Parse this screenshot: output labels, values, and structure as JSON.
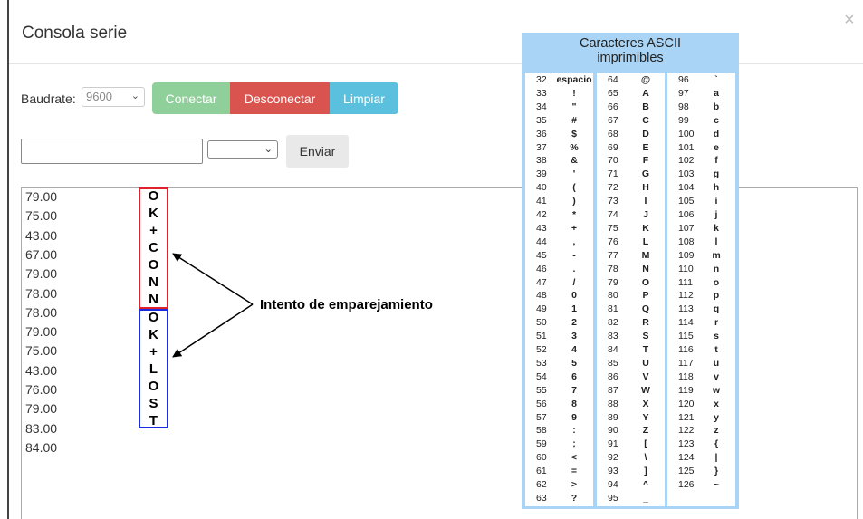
{
  "dialog": {
    "title": "Consola serie",
    "close_label": "×"
  },
  "controls": {
    "baudrate_label": "Baudrate:",
    "baudrate_value": "9600",
    "connect_label": "Conectar",
    "disconnect_label": "Desconectar",
    "clear_label": "Limpiar",
    "send_input_value": "",
    "send_mode_value": "",
    "send_label": "Enviar"
  },
  "console": {
    "lines": [
      "79.00",
      "75.00",
      "43.00",
      "67.00",
      "79.00",
      "78.00",
      "78.00",
      "79.00",
      "75.00",
      "43.00",
      "76.00",
      "79.00",
      "83.00",
      "84.00"
    ]
  },
  "annotation": {
    "red_chars": [
      "O",
      "K",
      "+",
      "C",
      "O",
      "N",
      "N"
    ],
    "blue_chars": [
      "O",
      "K",
      "+",
      "L",
      "O",
      "S",
      "T"
    ],
    "label": "Intento de emparejamiento",
    "red_color": "#e0202a",
    "blue_color": "#1a2be0"
  },
  "ascii_table": {
    "title_line1": "Caracteres ASCII",
    "title_line2": "imprimibles",
    "columns": [
      [
        [
          "32",
          "espacio"
        ],
        [
          "33",
          "!"
        ],
        [
          "34",
          "\""
        ],
        [
          "35",
          "#"
        ],
        [
          "36",
          "$"
        ],
        [
          "37",
          "%"
        ],
        [
          "38",
          "&"
        ],
        [
          "39",
          "'"
        ],
        [
          "40",
          "("
        ],
        [
          "41",
          ")"
        ],
        [
          "42",
          "*"
        ],
        [
          "43",
          "+"
        ],
        [
          "44",
          ","
        ],
        [
          "45",
          "-"
        ],
        [
          "46",
          "."
        ],
        [
          "47",
          "/"
        ],
        [
          "48",
          "0"
        ],
        [
          "49",
          "1"
        ],
        [
          "50",
          "2"
        ],
        [
          "51",
          "3"
        ],
        [
          "52",
          "4"
        ],
        [
          "53",
          "5"
        ],
        [
          "54",
          "6"
        ],
        [
          "55",
          "7"
        ],
        [
          "56",
          "8"
        ],
        [
          "57",
          "9"
        ],
        [
          "58",
          ":"
        ],
        [
          "59",
          ";"
        ],
        [
          "60",
          "<"
        ],
        [
          "61",
          "="
        ],
        [
          "62",
          ">"
        ],
        [
          "63",
          "?"
        ]
      ],
      [
        [
          "64",
          "@"
        ],
        [
          "65",
          "A"
        ],
        [
          "66",
          "B"
        ],
        [
          "67",
          "C"
        ],
        [
          "68",
          "D"
        ],
        [
          "69",
          "E"
        ],
        [
          "70",
          "F"
        ],
        [
          "71",
          "G"
        ],
        [
          "72",
          "H"
        ],
        [
          "73",
          "I"
        ],
        [
          "74",
          "J"
        ],
        [
          "75",
          "K"
        ],
        [
          "76",
          "L"
        ],
        [
          "77",
          "M"
        ],
        [
          "78",
          "N"
        ],
        [
          "79",
          "O"
        ],
        [
          "80",
          "P"
        ],
        [
          "81",
          "Q"
        ],
        [
          "82",
          "R"
        ],
        [
          "83",
          "S"
        ],
        [
          "84",
          "T"
        ],
        [
          "85",
          "U"
        ],
        [
          "86",
          "V"
        ],
        [
          "87",
          "W"
        ],
        [
          "88",
          "X"
        ],
        [
          "89",
          "Y"
        ],
        [
          "90",
          "Z"
        ],
        [
          "91",
          "["
        ],
        [
          "92",
          "\\"
        ],
        [
          "93",
          "]"
        ],
        [
          "94",
          "^"
        ],
        [
          "95",
          "_"
        ]
      ],
      [
        [
          "96",
          "`"
        ],
        [
          "97",
          "a"
        ],
        [
          "98",
          "b"
        ],
        [
          "99",
          "c"
        ],
        [
          "100",
          "d"
        ],
        [
          "101",
          "e"
        ],
        [
          "102",
          "f"
        ],
        [
          "103",
          "g"
        ],
        [
          "104",
          "h"
        ],
        [
          "105",
          "i"
        ],
        [
          "106",
          "j"
        ],
        [
          "107",
          "k"
        ],
        [
          "108",
          "l"
        ],
        [
          "109",
          "m"
        ],
        [
          "110",
          "n"
        ],
        [
          "111",
          "o"
        ],
        [
          "112",
          "p"
        ],
        [
          "113",
          "q"
        ],
        [
          "114",
          "r"
        ],
        [
          "115",
          "s"
        ],
        [
          "116",
          "t"
        ],
        [
          "117",
          "u"
        ],
        [
          "118",
          "v"
        ],
        [
          "119",
          "w"
        ],
        [
          "120",
          "x"
        ],
        [
          "121",
          "y"
        ],
        [
          "122",
          "z"
        ],
        [
          "123",
          "{"
        ],
        [
          "124",
          "|"
        ],
        [
          "125",
          "}"
        ],
        [
          "126",
          "~"
        ]
      ]
    ]
  }
}
